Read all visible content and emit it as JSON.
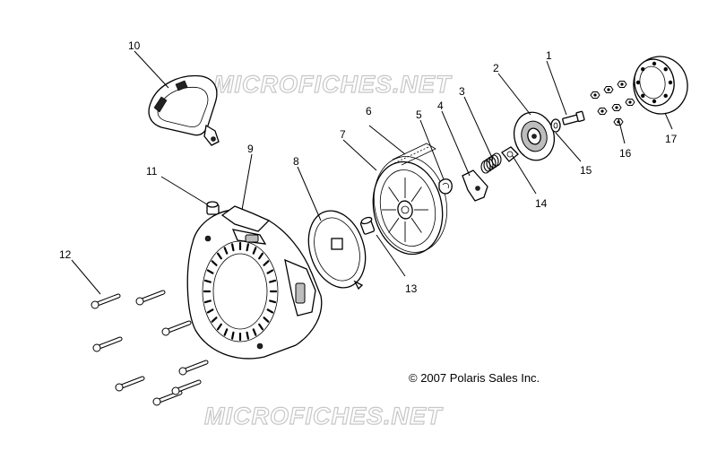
{
  "diagram": {
    "callouts": [
      "1",
      "2",
      "3",
      "4",
      "5",
      "6",
      "7",
      "8",
      "9",
      "10",
      "11",
      "12",
      "13",
      "14",
      "15",
      "16",
      "17"
    ],
    "watermark_top": "MICROFICHES.NET",
    "watermark_bottom": "MICROFICHES.NET",
    "copyright": "© 2007 Polaris Sales Inc."
  }
}
